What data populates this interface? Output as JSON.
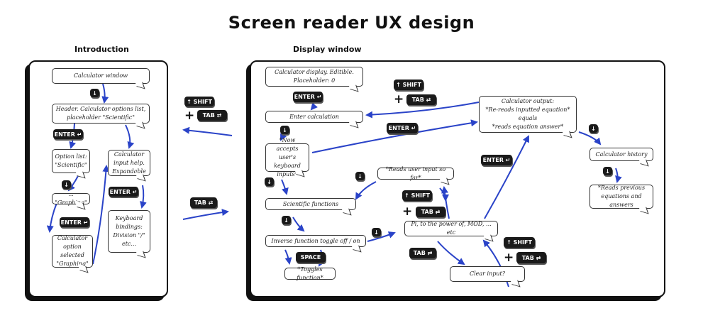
{
  "title": "Screen reader UX design",
  "sections": {
    "intro": "Introduction",
    "display": "Display window"
  },
  "keys": {
    "enter": "ENTER ↵",
    "tab": "TAB ⇄",
    "shift": "↑ SHIFT",
    "space": "SPACE",
    "down": "↓",
    "plus": "+"
  },
  "intro": {
    "calculator_window": "Calculator window",
    "header": "Header. Calculator options list, placeholder \"Scientific\"",
    "option_list": "Option list: \"Scientific\"",
    "graphing": "... \"Graphing\"",
    "option_selected": "Calculator option selected \"Graphing\"",
    "input_help": "Calculator input help. Expandable",
    "key_bindings": "Keyboard bindings: Division \"/\" etc..."
  },
  "display": {
    "calc_display": "Calculator display. Editible. Placeholder: 0",
    "enter_calc": "Enter calculation",
    "now_accepts": "*Now accepts user's keyboard inputs*",
    "scientific": "Scientific functions",
    "inverse": "Inverse function toggle off / on",
    "toggles": "*Toggles function*",
    "reads_input": "*Reads user input so far*",
    "pi": "Pi, to the power of, MOD, ... etc",
    "clear": "Clear input?",
    "output_title": "Calculator output:",
    "output_line1": "*Re-reads inputted equation*",
    "output_line2": "equals",
    "output_line3": "*reads equation answer*",
    "history": "Calculator history",
    "reads_previous": "*Reads previous equations and answers"
  }
}
